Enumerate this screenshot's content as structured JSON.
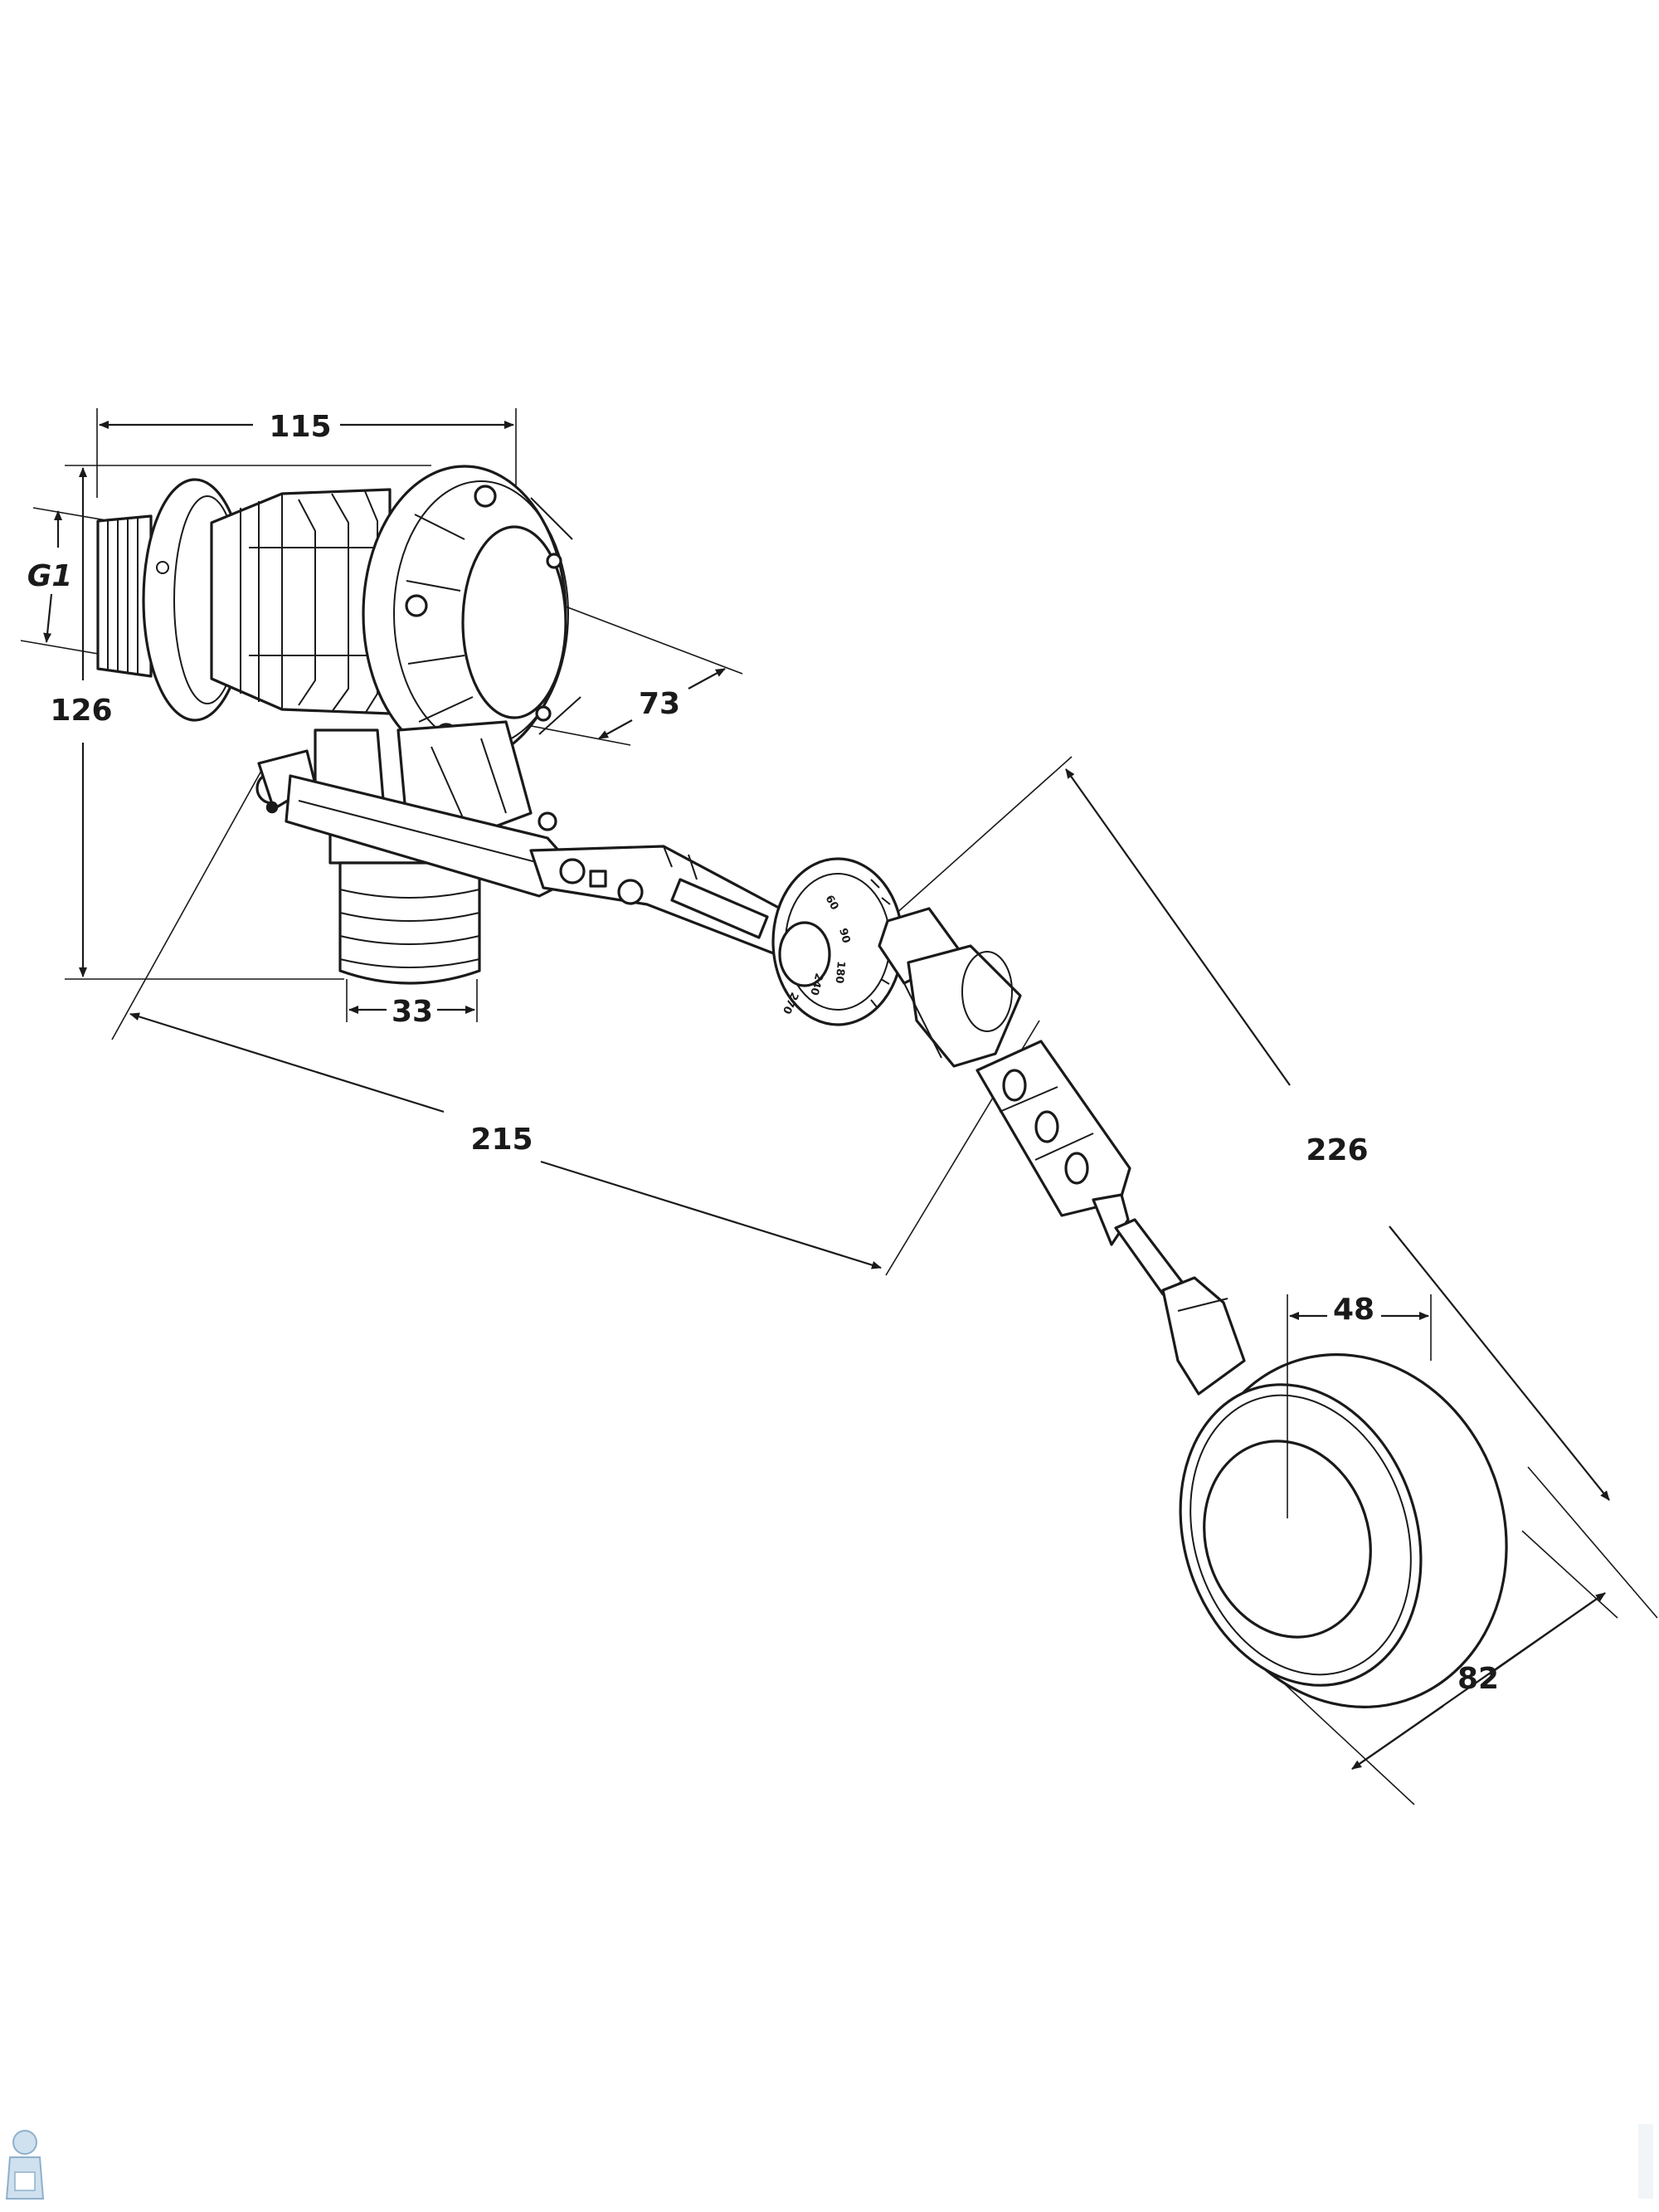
{
  "dimensions": {
    "width_top": "115",
    "thread": "G1",
    "height": "126",
    "valve_depth": "73",
    "outlet": "33",
    "arm_length": "215",
    "float_reach": "226",
    "float_diameter": "82",
    "float_depth": "48"
  },
  "dial_marks": [
    "60",
    "90",
    "180",
    "240",
    "270"
  ],
  "colors": {
    "line": "#1a1a1a",
    "background": "#ffffff"
  }
}
